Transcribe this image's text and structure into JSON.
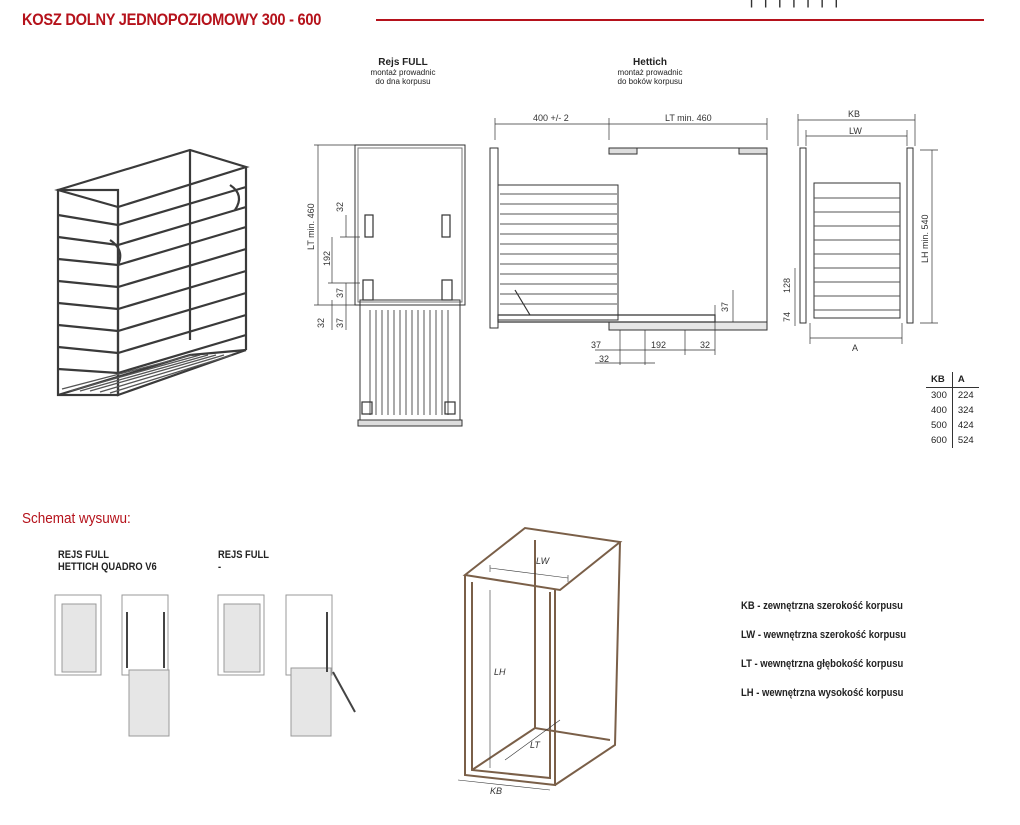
{
  "title": "KOSZ DOLNY JEDNOPOZIOMOWY 300 - 600",
  "top_marks": "| | | | | | |",
  "drawing1": {
    "caption": "Rejs FULL",
    "sub1": "montaż prowadnic",
    "sub2": "do dna korpusu",
    "dims": {
      "lt": "LT min. 460",
      "d32a": "32",
      "d192": "192",
      "d37a": "37",
      "d32b": "32",
      "d37b": "37"
    }
  },
  "drawing2": {
    "caption": "Hettich",
    "sub1": "montaż prowadnic",
    "sub2": "do boków korpusu",
    "dims": {
      "w400": "400 +/- 2",
      "lt": "LT min. 460",
      "d37": "37",
      "b37": "37",
      "b192": "192",
      "b32a": "32",
      "b32b": "32"
    }
  },
  "drawing3": {
    "dims": {
      "kb": "KB",
      "lw": "LW",
      "lh": "LH min. 540",
      "d128": "128",
      "d74": "74",
      "a": "A"
    }
  },
  "kb_table": {
    "headers": [
      "KB",
      "A"
    ],
    "rows": [
      [
        "300",
        "224"
      ],
      [
        "400",
        "324"
      ],
      [
        "500",
        "424"
      ],
      [
        "600",
        "524"
      ]
    ]
  },
  "section_title": "Schemat wysuwu:",
  "scheme": {
    "left_label1": "REJS FULL",
    "left_label2": "HETTICH QUADRO V6",
    "right_label1": "REJS FULL",
    "right_label2": "-"
  },
  "cabinet_dims": {
    "lw": "LW",
    "lh": "LH",
    "lt": "LT",
    "kb": "KB"
  },
  "legend": [
    "KB - zewnętrzna szerokość korpusu",
    "LW - wewnętrzna szerokość korpusu",
    "LT - wewnętrzna głębokość korpusu",
    "LH - wewnętrzna wysokość korpusu"
  ],
  "colors": {
    "accent": "#b5121b",
    "line": "#333333",
    "wire": "#3a3a3a",
    "wood": "#d9cbb8"
  }
}
